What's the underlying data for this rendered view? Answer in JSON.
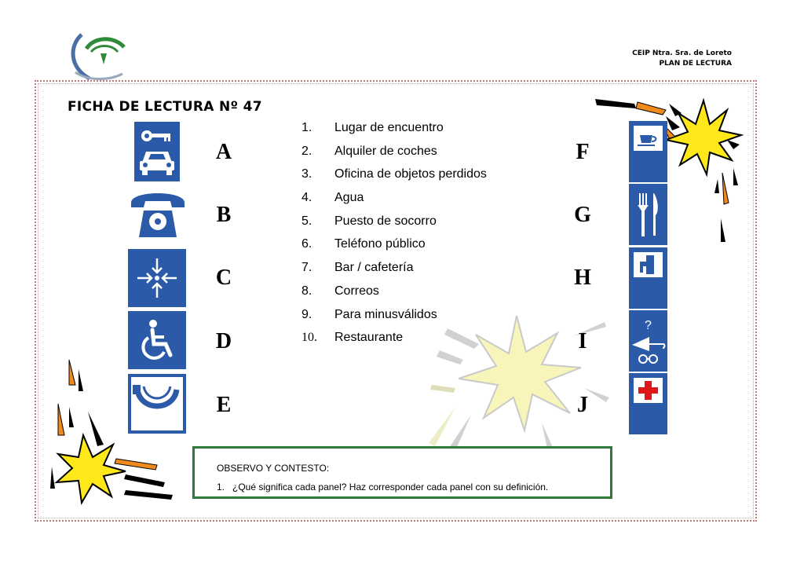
{
  "header": {
    "school": "CEIP Ntra. Sra. de Loreto",
    "program": "PLAN DE LECTURA"
  },
  "title": "FICHA DE LECTURA Nº 47",
  "signs_left": [
    {
      "letter": "A",
      "icon": "car-key-icon"
    },
    {
      "letter": "B",
      "icon": "telephone-icon"
    },
    {
      "letter": "C",
      "icon": "meeting-point-icon"
    },
    {
      "letter": "D",
      "icon": "wheelchair-icon"
    },
    {
      "letter": "E",
      "icon": "post-horn-icon"
    }
  ],
  "signs_right": [
    {
      "letter": "F",
      "icon": "coffee-cup-icon"
    },
    {
      "letter": "G",
      "icon": "fork-knife-icon"
    },
    {
      "letter": "H",
      "icon": "water-tap-icon"
    },
    {
      "letter": "I",
      "icon": "lost-property-icon"
    },
    {
      "letter": "J",
      "icon": "first-aid-cross-icon"
    }
  ],
  "definitions": [
    {
      "num": "1.",
      "text": "Lugar de encuentro"
    },
    {
      "num": "2.",
      "text": "Alquiler de coches"
    },
    {
      "num": "3.",
      "text": "Oficina de objetos perdidos"
    },
    {
      "num": "4.",
      "text": "Agua"
    },
    {
      "num": "5.",
      "text": "Puesto de socorro"
    },
    {
      "num": "6.",
      "text": "Teléfono público"
    },
    {
      "num": "7.",
      "text": "Bar / cafetería"
    },
    {
      "num": "8.",
      "text": "Correos"
    },
    {
      "num": "9.",
      "text": "Para minusválidos"
    },
    {
      "num": "10.",
      "text": "Restaurante"
    }
  ],
  "question_box": {
    "heading": "OBSERVO Y CONTESTO:",
    "q_num": "1.",
    "q_text": "¿Qué significa cada panel? Haz corresponder cada panel con su definición."
  },
  "colors": {
    "sign_blue": "#2a5aa8",
    "box_border": "#2f7a3a",
    "frame_dots": "#c07a7a",
    "burst_yellow": "#ffe81a",
    "burst_orange": "#f08a1c"
  }
}
